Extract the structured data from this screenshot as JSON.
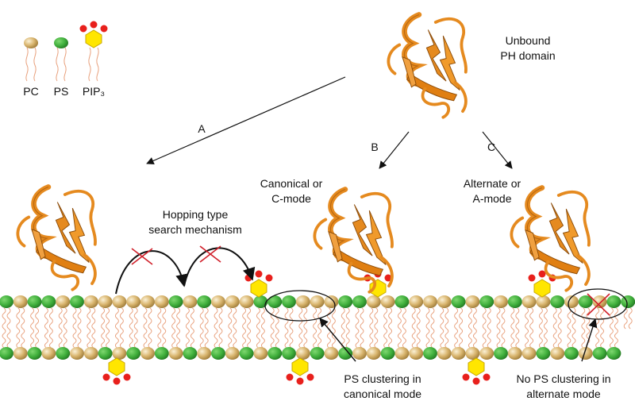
{
  "legend": {
    "pc": "PC",
    "ps": "PS",
    "pip3": "PIP₃"
  },
  "labels": {
    "unbound_line1": "Unbound",
    "unbound_line2": "PH domain",
    "arrow_a": "A",
    "arrow_b": "B",
    "arrow_c": "C",
    "canonical_line1": "Canonical or",
    "canonical_line2": "C-mode",
    "alternate_line1": "Alternate or",
    "alternate_line2": "A-mode",
    "hopping_line1": "Hopping type",
    "hopping_line2": "search mechanism",
    "ps_clustering_line1": "PS clustering in",
    "ps_clustering_line2": "canonical mode",
    "no_ps_line1": "No PS clustering in",
    "no_ps_line2": "alternate mode"
  },
  "colors": {
    "pc": "#d9b56e",
    "ps": "#4cb848",
    "pip3_head": "#ffe600",
    "pip3_phosphate": "#e8201c",
    "protein": "#e58a1f",
    "tail": "#e8a07c",
    "cross": "#d01f2a"
  }
}
